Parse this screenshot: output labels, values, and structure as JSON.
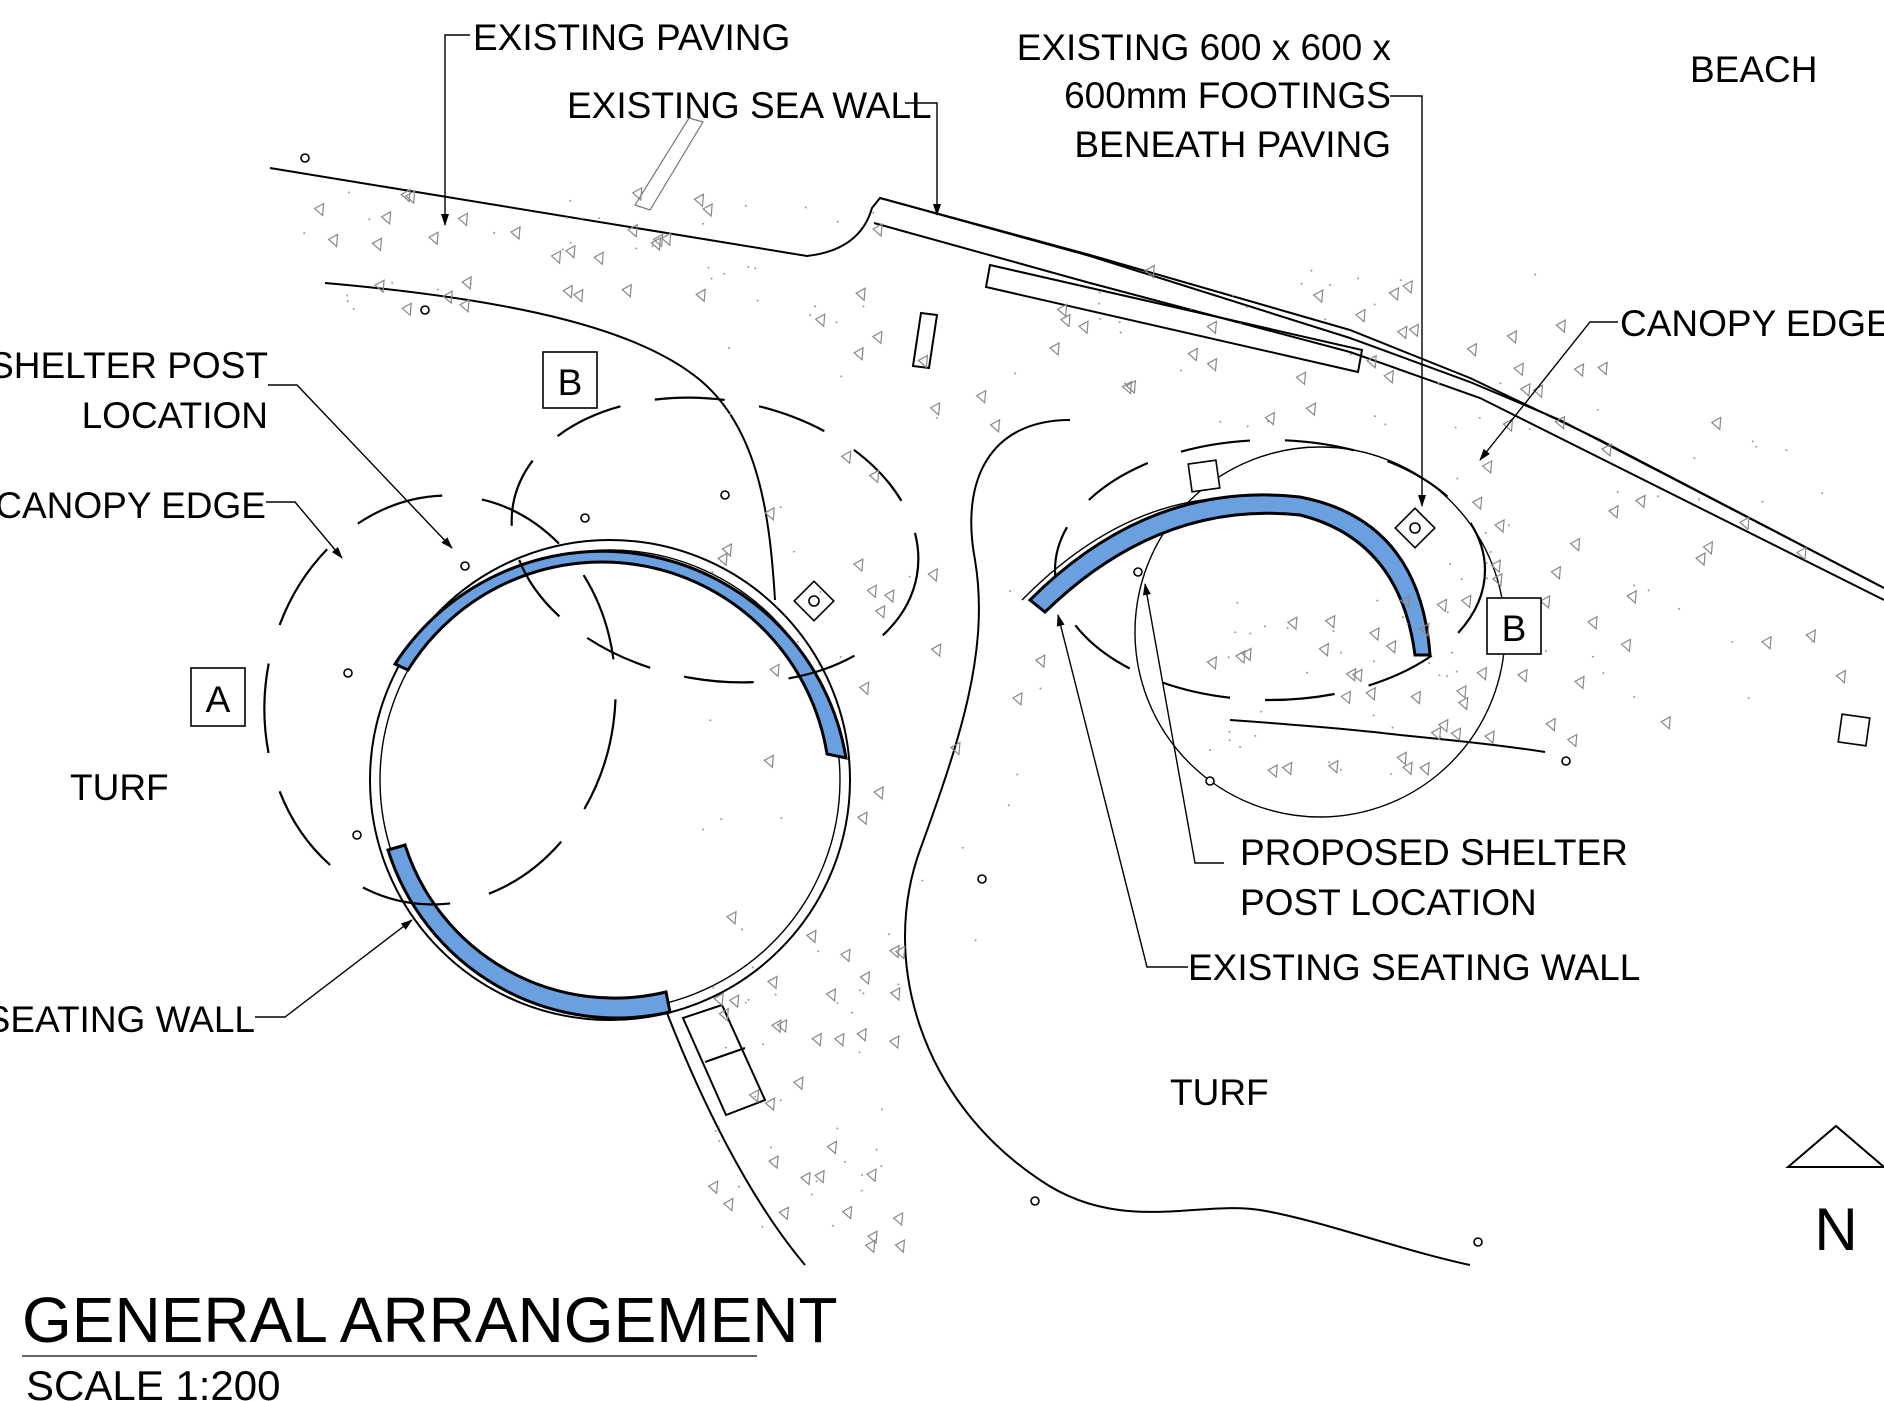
{
  "drawing": {
    "title": "GENERAL ARRANGEMENT",
    "scale": "SCALE 1:200",
    "north_label": "N"
  },
  "labels": {
    "existing_paving": "EXISTING PAVING",
    "existing_sea_wall": "EXISTING SEA WALL",
    "footings_line1": "EXISTING 600 x 600 x",
    "footings_line2": "600mm FOOTINGS",
    "footings_line3": "BENEATH PAVING",
    "beach": "BEACH",
    "canopy_edge_right": "CANOPY EDGE",
    "shelter_post_line1": "SHELTER POST",
    "shelter_post_line2": "LOCATION",
    "canopy_edge_left": "CANOPY EDGE",
    "turf_left": "TURF",
    "seating_wall": "SEATING WALL",
    "proposed_post_line1": "PROPOSED SHELTER",
    "proposed_post_line2": "POST LOCATION",
    "existing_seating_wall": "EXISTING SEATING WALL",
    "turf_bottom": "TURF"
  },
  "tags": {
    "a": "A",
    "b_left": "B",
    "b_right": "B"
  },
  "colors": {
    "seating_wall_fill": "#6a9fe0",
    "linework": "#000000",
    "paving_hatch": "#888888"
  }
}
